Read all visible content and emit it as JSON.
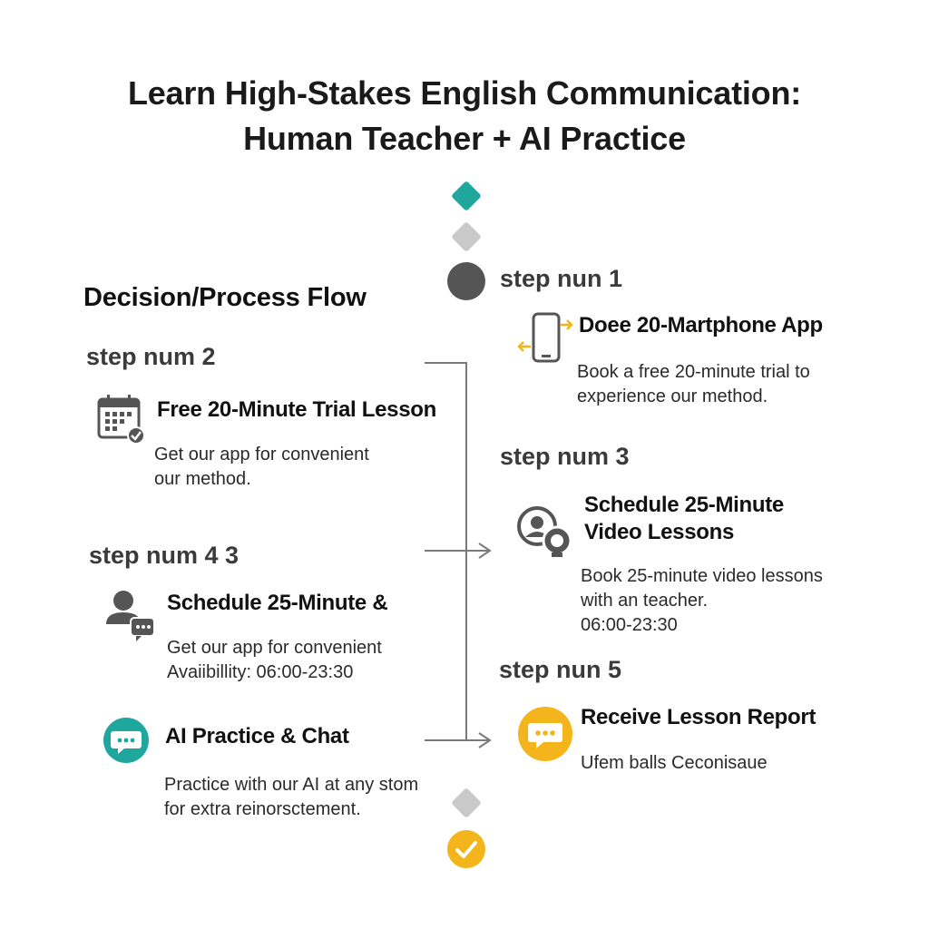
{
  "title": {
    "line1": "Learn High-Stakes English Communication:",
    "line2": "Human Teacher + AI Practice"
  },
  "section_heading": "Decision/Process Flow",
  "colors": {
    "teal": "#1fa79d",
    "gray": "#c9c9c9",
    "dark": "#555555",
    "yellow": "#f3b51b",
    "connector": "#7a7a7a"
  },
  "left_steps": [
    {
      "label": "step num 2",
      "icon": "calendar-check-icon",
      "title": "Free 20-Minute Trial Lesson",
      "desc": [
        "Get our app for convenient",
        "our method."
      ]
    },
    {
      "label": "step num 4 3",
      "icon": "person-chat-icon",
      "title": "Schedule 25-Minute &",
      "desc": [
        "Get our app for convenient",
        "Avaiibillity: 06:00-23:30"
      ]
    },
    {
      "label": "",
      "icon": "chat-bubble-icon",
      "title": "AI Practice & Chat",
      "desc": [
        "Practice with our AI at any stom",
        "for extra reinorsctement."
      ]
    }
  ],
  "right_steps": [
    {
      "label": "step nun 1",
      "icon": "smartphone-icon",
      "title": [
        "Doee 20-Martphone App"
      ],
      "desc": [
        "Book a free 20-minute trial to",
        "experience our method."
      ]
    },
    {
      "label": "step num  3",
      "icon": "video-call-icon",
      "title": [
        "Schedule 25-Minute",
        "Video Lessons"
      ],
      "desc": [
        "Book 25-minute video lessons",
        "with an teacher.",
        "06:00-23:30"
      ]
    },
    {
      "label": "step nun 5",
      "icon": "report-chat-icon",
      "title": [
        "Receive Lesson Report"
      ],
      "desc": [
        "Ufem balls Ceconisaue"
      ]
    }
  ]
}
